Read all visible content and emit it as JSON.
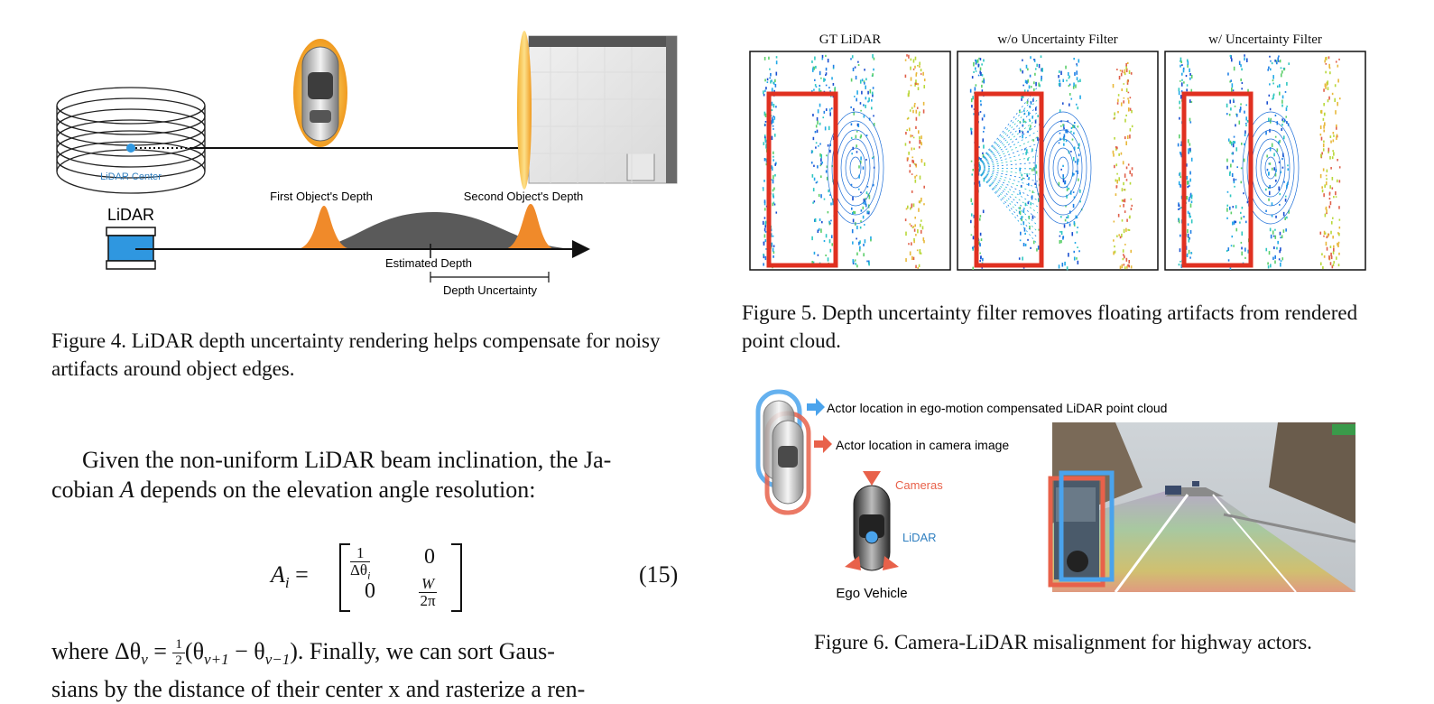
{
  "figure4": {
    "lidar_center_label": "LiDAR Center",
    "lidar_label": "LiDAR",
    "first_depth_label": "First Object's Depth",
    "second_depth_label": "Second Object's Depth",
    "estimated_depth_label": "Estimated Depth",
    "depth_uncertainty_label": "Depth Uncertainty",
    "caption": "Figure 4. LiDAR depth uncertainty rendering helps compensate for noisy artifacts around object edges.",
    "colors": {
      "orange": "#f08a2a",
      "gray": "#5a5a5a",
      "blue": "#2f97e0"
    }
  },
  "figure5": {
    "panels": [
      {
        "title": "GT LiDAR"
      },
      {
        "title": "w/o Uncertainty Filter"
      },
      {
        "title": "w/ Uncertainty Filter"
      }
    ],
    "caption": "Figure 5. Depth uncertainty filter removes floating artifacts from rendered point cloud.",
    "colors": {
      "highlight_box": "#e03020"
    }
  },
  "figure6": {
    "legend_blue": "Actor location in ego-motion compensated LiDAR point cloud",
    "legend_red": "Actor location in camera image",
    "cameras_label": "Cameras",
    "lidar_label": "LiDAR",
    "ego_vehicle_label": "Ego Vehicle",
    "caption": "Figure 6. Camera-LiDAR misalignment for highway actors.",
    "colors": {
      "blue": "#4aa3ec",
      "red": "#e8614a"
    }
  },
  "body": {
    "paragraph1_line1": "Given the non-uniform LiDAR beam inclination, the Ja-",
    "paragraph1_line2_pre": "cobian ",
    "paragraph1_line2_var": "A",
    "paragraph1_line2_post": " depends on the elevation angle resolution:",
    "equation_number": "(15)",
    "eq_lhs": "A",
    "eq_lhs_sub": "i",
    "eq_a11_num": "1",
    "eq_a11_den": "Δθ",
    "eq_a11_den_sub": "i",
    "eq_a12": "0",
    "eq_a21": "0",
    "eq_a22_num": "W",
    "eq_a22_den": "2π",
    "paragraph2_line1_pre": "where Δθ",
    "paragraph2_line1_sub": "v",
    "paragraph2_line1_mid": " = ",
    "paragraph2_line1_half_num": "1",
    "paragraph2_line1_half_den": "2",
    "paragraph2_line1_post": "(θ",
    "paragraph2_sub2": "v+1",
    "paragraph2_mid2": " − θ",
    "paragraph2_sub3": "v−1",
    "paragraph2_end": "). Finally, we can sort Gaus-",
    "paragraph2_line2": "sians by the distance of their center x and rasterize a ren-"
  }
}
